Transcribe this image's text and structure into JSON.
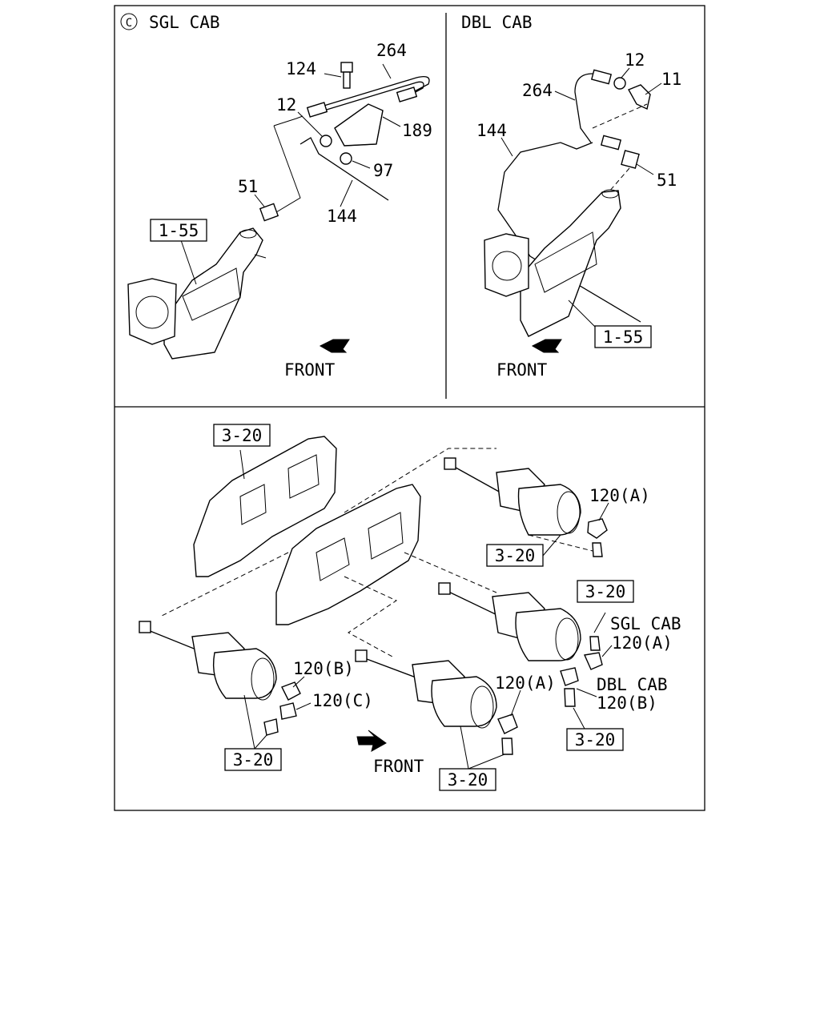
{
  "page": {
    "copyright_symbol": "C"
  },
  "top_left": {
    "title": "SGL CAB",
    "labels": {
      "124": "124",
      "264": "264",
      "12": "12",
      "189": "189",
      "97": "97",
      "51": "51",
      "144": "144",
      "ref": "1-55",
      "front": "FRONT"
    }
  },
  "top_right": {
    "title": "DBL CAB",
    "labels": {
      "12": "12",
      "11": "11",
      "264": "264",
      "144": "144",
      "51": "51",
      "ref": "1-55",
      "front": "FRONT"
    }
  },
  "bottom": {
    "refs": [
      "3-20",
      "3-20",
      "3-20",
      "3-20",
      "3-20",
      "3-20"
    ],
    "labels": {
      "a1": "120(A)",
      "sgl": "SGL CAB",
      "a2": "120(A)",
      "dbl": "DBL CAB",
      "b2": "120(B)",
      "b1": "120(B)",
      "c1": "120(C)",
      "a3": "120(A)",
      "front": "FRONT"
    }
  }
}
